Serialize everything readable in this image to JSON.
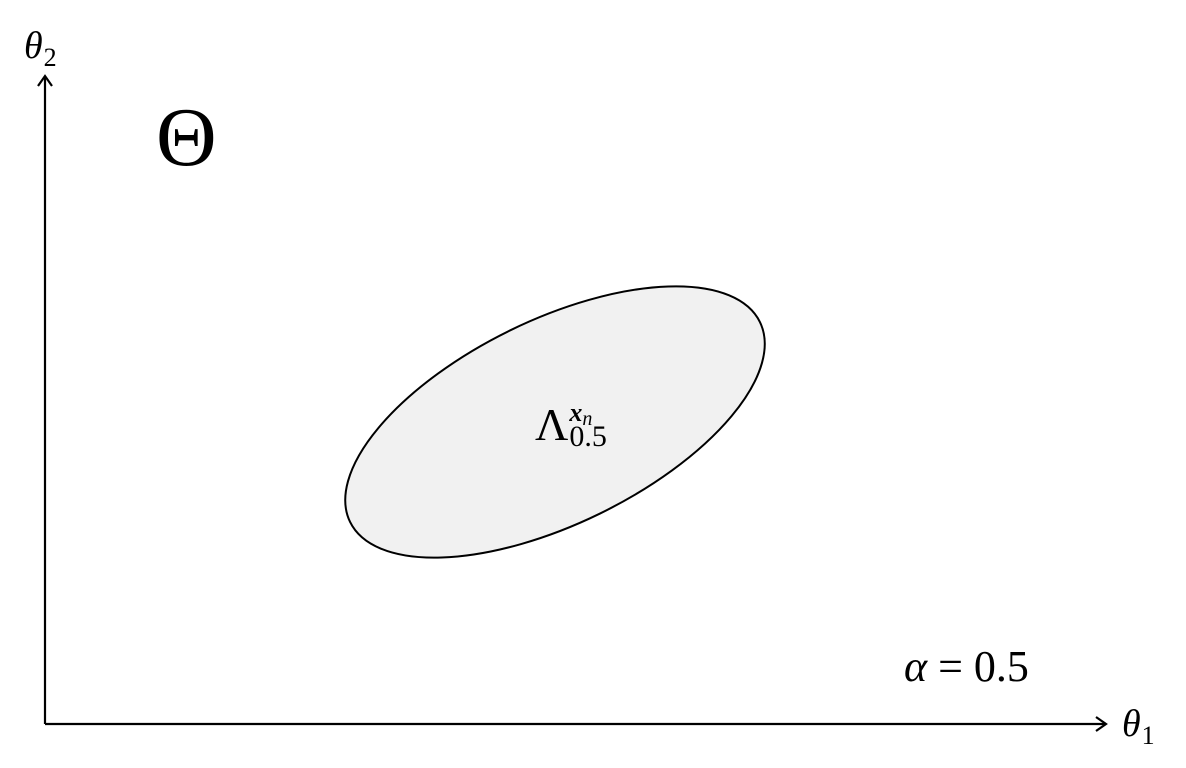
{
  "axes": {
    "y_label_symbol": "θ",
    "y_label_subscript": "2",
    "x_label_symbol": "θ",
    "x_label_subscript": "1"
  },
  "space_label": "Θ",
  "region": {
    "symbol": "Λ",
    "superscript": "x",
    "superscript_subscript": "n",
    "subscript": "0.5"
  },
  "annotation": {
    "symbol": "α",
    "equation_rest": " = 0.5"
  },
  "colors": {
    "region_fill": "#f1f1f1",
    "stroke": "#000000"
  }
}
